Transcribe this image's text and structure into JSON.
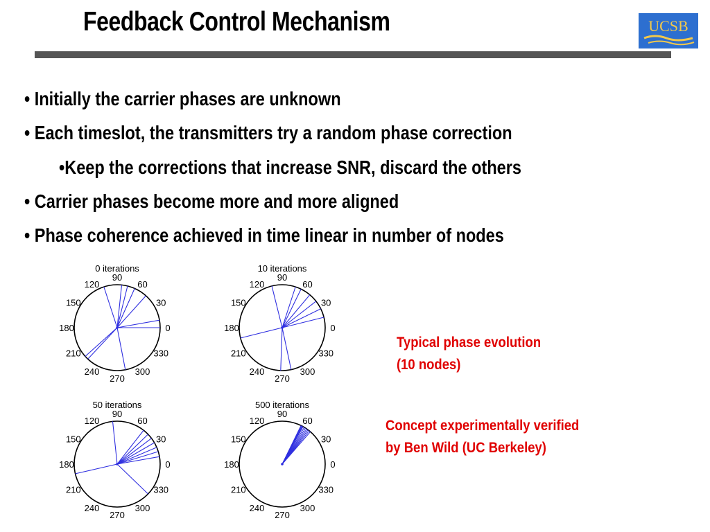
{
  "slide": {
    "title": "Feedback Control Mechanism",
    "logo_text": "UCSB",
    "bullets": [
      {
        "marker": "• ",
        "text": "Initially the carrier phases are unknown"
      },
      {
        "marker": "• ",
        "text": "Each timeslot, the transmitters try a random phase correction"
      },
      {
        "marker": "•",
        "text": "Keep the corrections that increase SNR, discard the others"
      },
      {
        "marker": "• ",
        "text": "Carrier phases become more and more aligned"
      },
      {
        "marker": "• ",
        "text": "Phase coherence achieved in time linear in number of nodes"
      }
    ],
    "notes": {
      "evolution": [
        "Typical phase evolution",
        "(10 nodes)"
      ],
      "verified": [
        "Concept experimentally verified",
        "by Ben Wild (UC Berkeley)"
      ]
    },
    "colors": {
      "accent_text": "#e00000",
      "phasor_lines": "#2f2fe0",
      "rule": "#555555",
      "logo_bg": "#2d6fd0",
      "logo_text": "#f2c84b"
    }
  },
  "chart_data": [
    {
      "type": "polar",
      "title": "0 iterations",
      "angle_labels": [
        "0",
        "30",
        "60",
        "90",
        "120",
        "150",
        "180",
        "210",
        "240",
        "270",
        "300",
        "330"
      ],
      "phases_deg": [
        0,
        10,
        48,
        66,
        76,
        84,
        108,
        222,
        227,
        281
      ]
    },
    {
      "type": "polar",
      "title": "10 iterations",
      "angle_labels": [
        "0",
        "30",
        "60",
        "90",
        "120",
        "150",
        "180",
        "210",
        "240",
        "270",
        "300",
        "330"
      ],
      "phases_deg": [
        14,
        26,
        38,
        50,
        64,
        72,
        104,
        194,
        268,
        282
      ]
    },
    {
      "type": "polar",
      "title": "50 iterations",
      "angle_labels": [
        "0",
        "30",
        "60",
        "90",
        "120",
        "150",
        "180",
        "210",
        "240",
        "270",
        "300",
        "330"
      ],
      "phases_deg": [
        10,
        17,
        23,
        30,
        37,
        44,
        52,
        96,
        193,
        316
      ]
    },
    {
      "type": "polar",
      "title": "500 iterations",
      "angle_labels": [
        "0",
        "30",
        "60",
        "90",
        "120",
        "150",
        "180",
        "210",
        "240",
        "270",
        "300",
        "330"
      ],
      "phases_deg": [
        49,
        51,
        53,
        55,
        57,
        59,
        61,
        62,
        63,
        64
      ]
    }
  ]
}
